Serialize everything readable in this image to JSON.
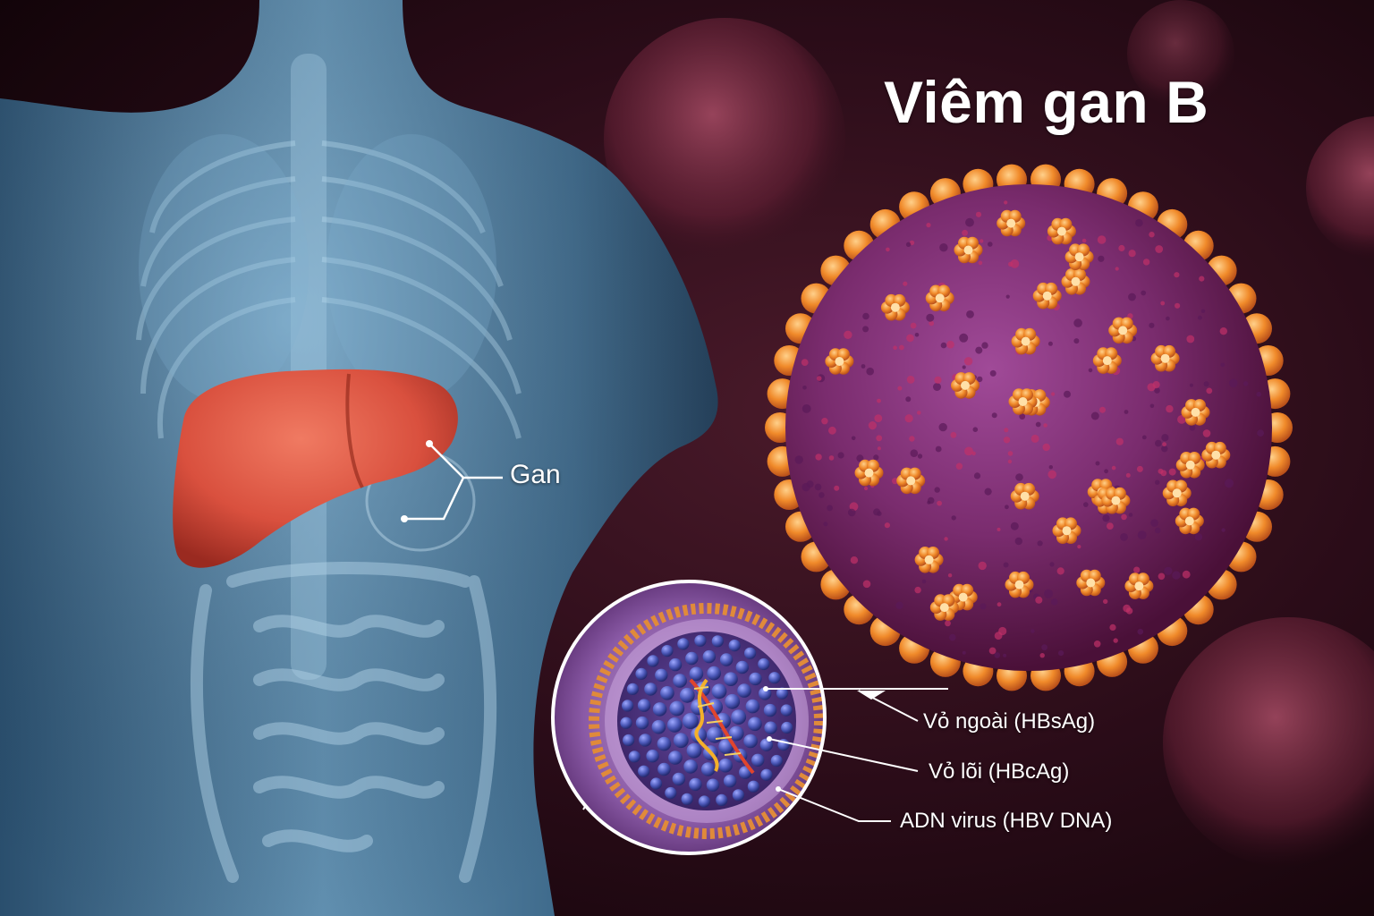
{
  "title": "Viêm gan B",
  "labels": {
    "liver": "Gan",
    "outer_envelope": "Vỏ ngoài (HBsAg)",
    "core_capsid": "Vỏ lõi (HBcAg)",
    "viral_dna": "ADN virus (HBV DNA)"
  },
  "colors": {
    "background": "#2a0c18",
    "body": "#4f86ad",
    "liver": "#d9503e",
    "virus_surface": "#7a2c6e",
    "virus_spikes": "#f08a2a",
    "capsid": "#4b58b8",
    "dna": "#e0452e",
    "label_text": "#ffffff"
  }
}
